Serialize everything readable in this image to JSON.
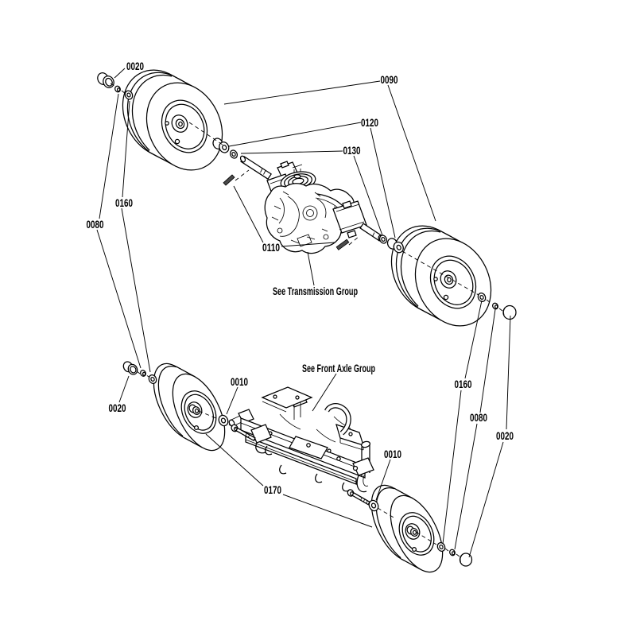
{
  "diagram": {
    "background_color": "#ffffff",
    "line_color": "#000000",
    "callouts": {
      "rear_left_cap": "0020",
      "rear_wheels": "0090",
      "axle_spacer": "0120",
      "axle_washer": "0130",
      "roll_pin": "0110",
      "left_washer": "0160",
      "left_nut": "0080",
      "front_left_cap": "0020",
      "front_left_wheel_washer": "0010",
      "front_wheels": "0170",
      "front_right_wheel_washer": "0010",
      "right_washer": "0160",
      "right_nut": "0080",
      "right_cap": "0020",
      "transmission_note": "See Transmission Group",
      "front_axle_note": "See Front Axle Group"
    }
  }
}
